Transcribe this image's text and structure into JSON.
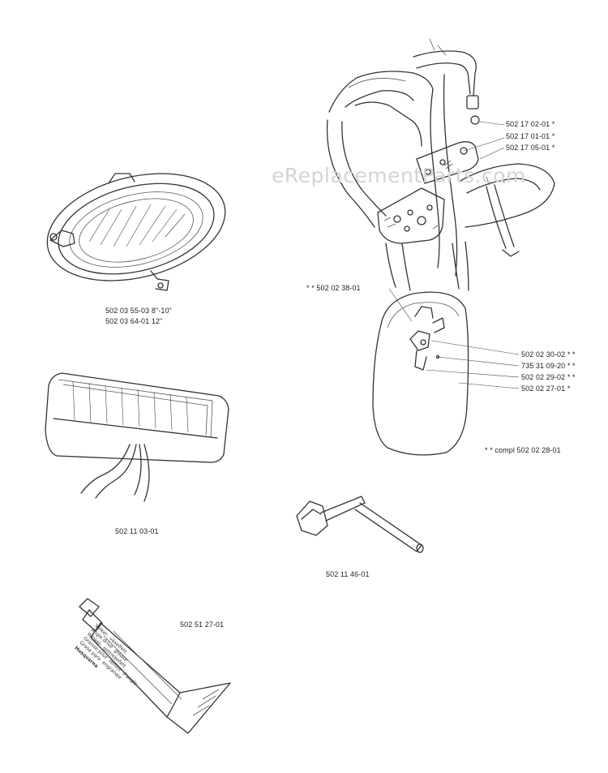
{
  "watermark": "eReplacementParts.com",
  "parts": {
    "ring_a": "502 03 55-03 8\"-10\"",
    "ring_b": "502 03 64-01 12\"",
    "pouch": "502 11 03-01",
    "grease": "502 51 27-01",
    "wrench": "502 11 46-01",
    "h1": "502 17 02-01  *",
    "h2": "502 17 01-01  *",
    "h3": "502 17 05-01  *",
    "c1": "* *  502 02 38-01",
    "c2": "502 02 30-02  * *",
    "c3": "735 31 09-20  * *",
    "c4": "502 02 29-02  * *",
    "c5": "502 02 27-01  *",
    "compl": "* *  compl 502 02 28-01"
  },
  "tube_text": {
    "line1": "Vinkel-",
    "line2": "växelfett",
    "line3": "Angle drive",
    "line4": "grease",
    "line5": "Winkel-",
    "line6": "getriebefett",
    "line7": "Graisse pour",
    "line8": "renvoi",
    "line9": "d'angle",
    "line10": "Grasa para",
    "line11": "engranaje",
    "brand": "Husqvarna"
  }
}
